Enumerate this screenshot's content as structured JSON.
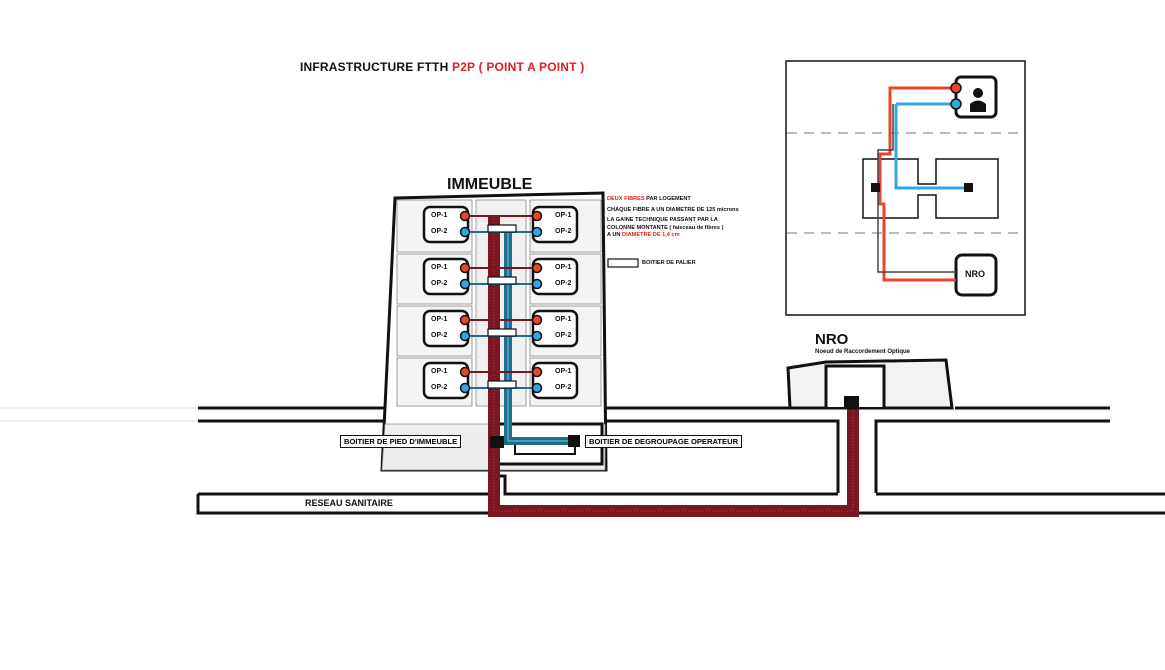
{
  "title": {
    "prefix": "INFRASTRUCTURE FTTH ",
    "highlight": "P2P ( POINT A POINT )"
  },
  "building_label": "IMMEUBLE",
  "legend": {
    "line1_red": "DEUX FIBRES",
    "line1_rest": " PAR LOGEMENT",
    "line2": "CHAQUE FIBRE A UN DIAMETRE DE 125 microns",
    "line3a": "LA GAINE TECHNIQUE PASSANT PAR LA",
    "line3b": "COLONNE MONTANTE ( faisceau de fibres )",
    "line3c_prefix": "A UN ",
    "line3c_red": "DIAMETRE DE 1,4 cm",
    "palier": "BOITIER DE PALIER"
  },
  "outlets": {
    "op1": "OP-1",
    "op2": "OP-2"
  },
  "pied_label": "BOITIER DE PIED D'IMMEUBLE",
  "degroupage_label": "BOITIER DE DEGROUPAGE OPERATEUR",
  "sanitaire_label": "RESEAU SANITAIRE",
  "nro": {
    "title": "NRO",
    "subtitle": "Noeud de Raccordement Optique",
    "box_label": "NRO"
  },
  "colors": {
    "fiber_red": "#e8452c",
    "fiber_blue": "#2fa8df",
    "bundle_red": "#7a1622",
    "bundle_blue": "#1d6e8e",
    "outline": "#111111"
  }
}
